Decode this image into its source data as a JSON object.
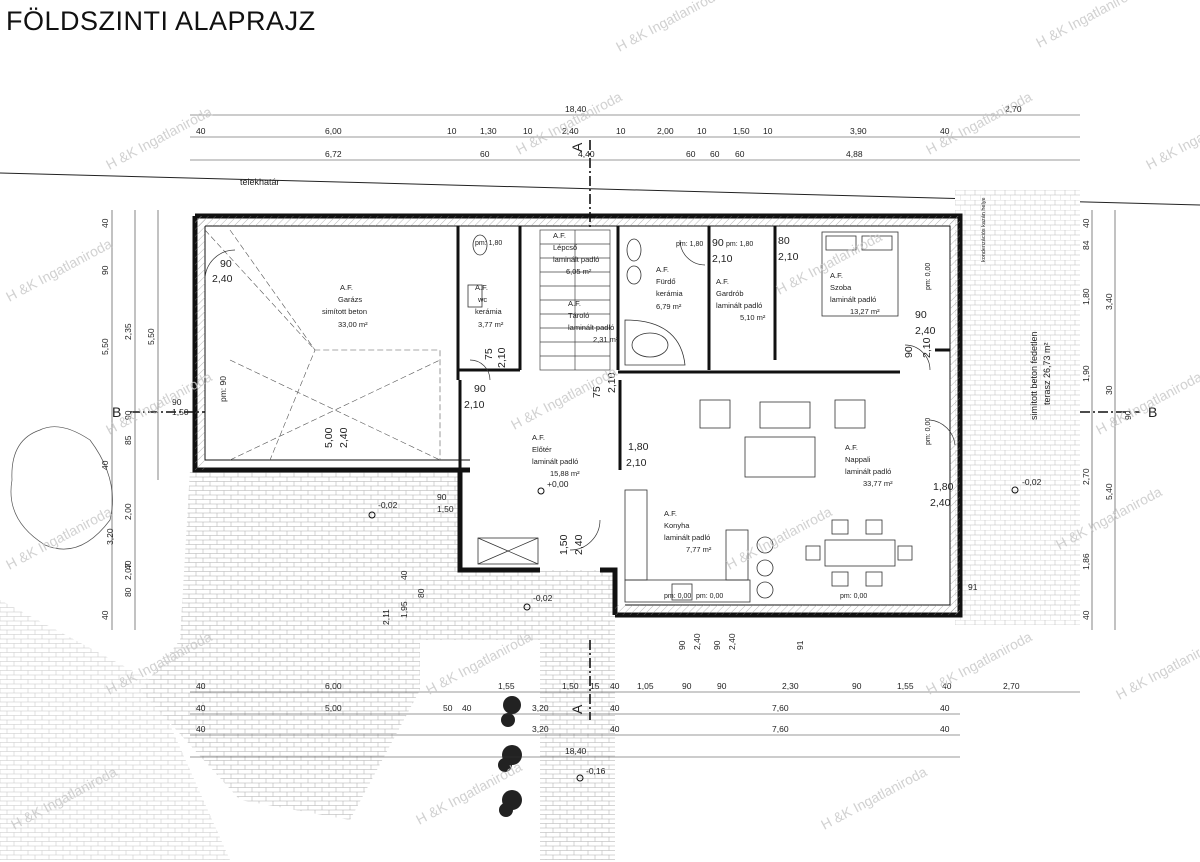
{
  "title": "FÖLDSZINTI ALAPRAJZ",
  "watermark": "H &K Ingatlaniroda",
  "boundary_label": "telekhatár",
  "section_marks": [
    "A",
    "A",
    "B",
    "B"
  ],
  "rooms": {
    "garazs": {
      "code": "A.F.",
      "name": "Garázs",
      "floor": "simított beton",
      "area": "33,00 m²"
    },
    "wc": {
      "code": "A.F.",
      "name": "wc",
      "floor": "kerámia",
      "area": "3,77 m²"
    },
    "lepcso": {
      "code": "A.F.",
      "name": "Lépcső",
      "floor": "laminált padló",
      "area": "6,05 m²"
    },
    "tarolo": {
      "code": "A.F.",
      "name": "Tároló",
      "floor": "laminált padló",
      "area": "2,31 m²"
    },
    "furdo": {
      "code": "A.F.",
      "name": "Fürdő",
      "floor": "kerámia",
      "area": "6,79 m²"
    },
    "gardrob": {
      "code": "A.F.",
      "name": "Gardrób",
      "floor": "laminált padló",
      "area": "5,10 m²"
    },
    "szoba": {
      "code": "A.F.",
      "name": "Szoba",
      "floor": "laminált padló",
      "area": "13,27 m²"
    },
    "eloter": {
      "code": "A.F.",
      "name": "Előtér",
      "floor": "laminált padló",
      "area": "15,88 m²"
    },
    "nappali": {
      "code": "A.F.",
      "name": "Nappali",
      "floor": "laminált padló",
      "area": "33,77 m²"
    },
    "konyha": {
      "code": "A.F.",
      "name": "Konyha",
      "floor": "laminált padló",
      "area": "7,77 m²"
    },
    "terasz": {
      "name": "simított beton fedetlen",
      "area": "terasz 26,73 m²"
    }
  },
  "levels": {
    "l1": "+0,00",
    "l2": "-0,02",
    "l3": "-0,02",
    "l4": "-0,02",
    "l5": "-0,16"
  },
  "dims_top": {
    "r1": [
      "18,40",
      "2,70"
    ],
    "r2": [
      "40",
      "6,00",
      "10",
      "1,30",
      "10",
      "2,40",
      "10",
      "2,00",
      "10",
      "1,50",
      "10",
      "3,90",
      "40"
    ],
    "r3": [
      "6,72",
      "60",
      "4,40",
      "60",
      "60",
      "60",
      "4,88"
    ]
  },
  "dims_bottom": {
    "r1": [
      "40",
      "6,00",
      "1,55",
      "1,50",
      "15",
      "40",
      "1,05",
      "90",
      "90",
      "2,30",
      "90",
      "1,55",
      "40",
      "2,70"
    ],
    "r2": [
      "40",
      "5,00",
      "50",
      "40",
      "3,20",
      "40",
      "7,60",
      "40"
    ],
    "r3": [
      "40",
      "3,20",
      "40",
      "7,60",
      "40"
    ],
    "r4": [
      "18,40"
    ]
  },
  "dims_left": [
    "40",
    "90",
    "5,50",
    "2,35",
    "5,50",
    "90",
    "85",
    "40",
    "2,00",
    "2,07",
    "40",
    "80",
    "40",
    "2,11",
    "1,95",
    "80",
    "40",
    "3,20"
  ],
  "dims_right": [
    "40",
    "84",
    "1,80",
    "3,40",
    "1,90",
    "30",
    "90",
    "2,70",
    "5,40",
    "1,86",
    "40"
  ],
  "openings": {
    "d_garazs": [
      "90",
      "2,40"
    ],
    "d_wc": [
      "75",
      "2,10"
    ],
    "d_garazs2": [
      "90",
      "2,10"
    ],
    "d_furdo": [
      "90",
      "2,10"
    ],
    "d_gardrob": [
      "80",
      "2,10"
    ],
    "d_szoba": [
      "90",
      "2,40"
    ],
    "d_szoba2": [
      "90",
      "2,10"
    ],
    "d_eloter": [
      "1,80",
      "2,10"
    ],
    "d_tarolo": [
      "75",
      "2,10"
    ],
    "d_nappali": [
      "1,80",
      "2,40"
    ],
    "d_bejarat": [
      "1,50",
      "2,40"
    ],
    "d_garage_big": [
      "5,00",
      "2,40"
    ],
    "w_left": [
      "90",
      "1,50"
    ],
    "w_left2": [
      "pm: 90"
    ],
    "w_left3": [
      "90",
      "1,50"
    ],
    "pm": [
      "pm: 1,80",
      "pm: 1,80",
      "pm: 1,80",
      "pm: 0,00",
      "pm: 0,00",
      "pm: 0,00",
      "pm: 0,00",
      "pm: 0,00"
    ]
  },
  "misc": {
    "heating": "kondenzációs kazán helye",
    "bottom_vals": [
      "90",
      "2,40",
      "90",
      "2,40",
      "91",
      "91"
    ]
  }
}
